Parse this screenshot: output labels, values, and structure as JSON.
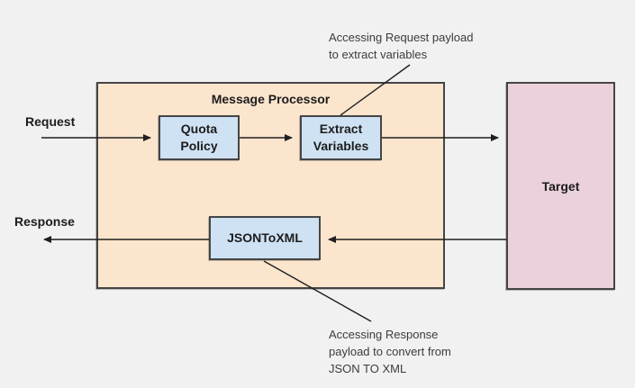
{
  "colors": {
    "background": "#f1f1f2",
    "processor_fill": "#fce5cd",
    "policy_fill": "#cfe2f3",
    "target_fill": "#ead1dc",
    "box_border": "#454545",
    "line": "#1f1f1f",
    "label_text": "#1c1c1c",
    "annotation_text": "#3c3c3c"
  },
  "diagram": {
    "processor": {
      "title": "Message Processor"
    },
    "policies": {
      "quota": "Quota Policy",
      "extract_variables": "Extract Variables",
      "json_to_xml": "JSONToXML"
    },
    "target": {
      "label": "Target"
    },
    "flow_labels": {
      "request": "Request",
      "response": "Response"
    },
    "annotations": {
      "request_payload": "Accessing Request payload\nto extract variables",
      "response_payload": "Accessing Response\npayload to convert from\nJSON TO XML"
    }
  }
}
